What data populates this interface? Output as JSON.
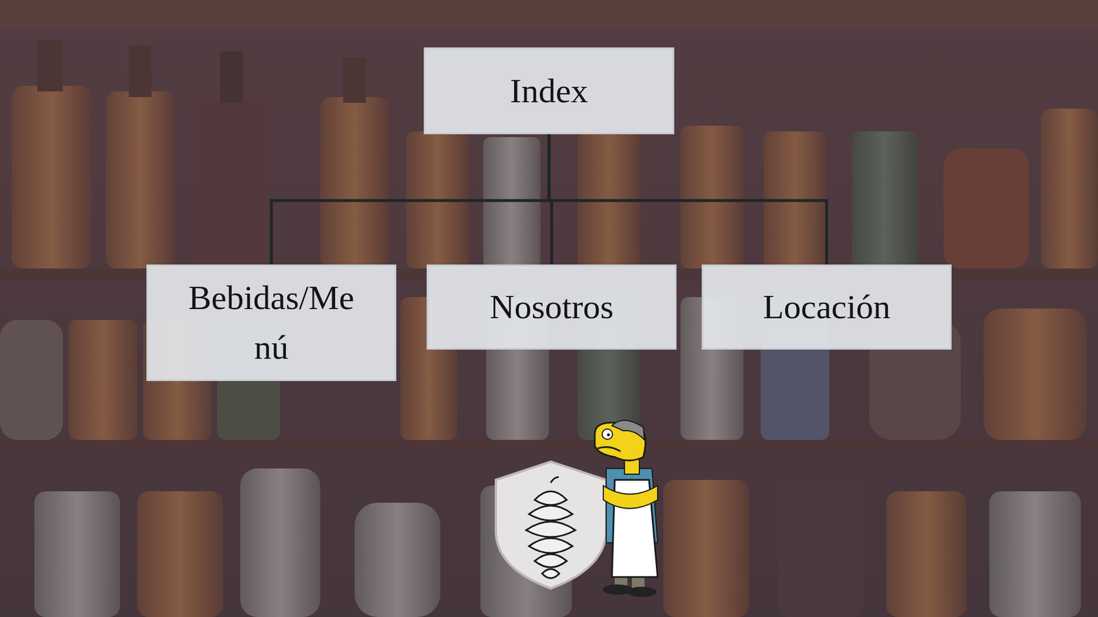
{
  "diagram": {
    "nodes": [
      {
        "text": [
          "Index"
        ]
      },
      {
        "text": [
          "Bebidas/Menú"
        ]
      },
      {
        "text": [
          "Nosotros"
        ]
      },
      {
        "text": [
          "Locación"
        ]
      }
    ],
    "edges": [
      {
        "from": 0,
        "to": 1,
        "arrow": "none"
      },
      {
        "from": 0,
        "to": 2,
        "arrow": "none"
      },
      {
        "from": 0,
        "to": 3,
        "arrow": "none"
      }
    ]
  }
}
